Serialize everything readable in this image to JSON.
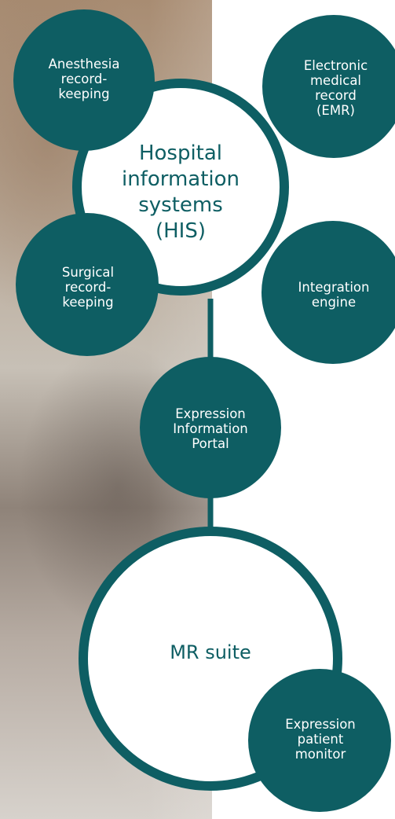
{
  "colors": {
    "teal": "#0e5e63",
    "white": "#ffffff"
  },
  "diagram": {
    "his_hub": {
      "label": "Hospital\ninformation\nsystems\n(HIS)"
    },
    "his_nodes": [
      {
        "id": "anesthesia",
        "label": "Anesthesia\nrecord-\nkeeping"
      },
      {
        "id": "emr",
        "label": "Electronic\nmedical\nrecord\n(EMR)"
      },
      {
        "id": "surgical",
        "label": "Surgical\nrecord-\nkeeping"
      },
      {
        "id": "integration",
        "label": "Integration\nengine"
      }
    ],
    "portal_node": {
      "label": "Expression\nInformation\nPortal"
    },
    "mr_hub": {
      "label": "MR suite"
    },
    "monitor_node": {
      "label": "Expression\npatient\nmonitor"
    }
  }
}
